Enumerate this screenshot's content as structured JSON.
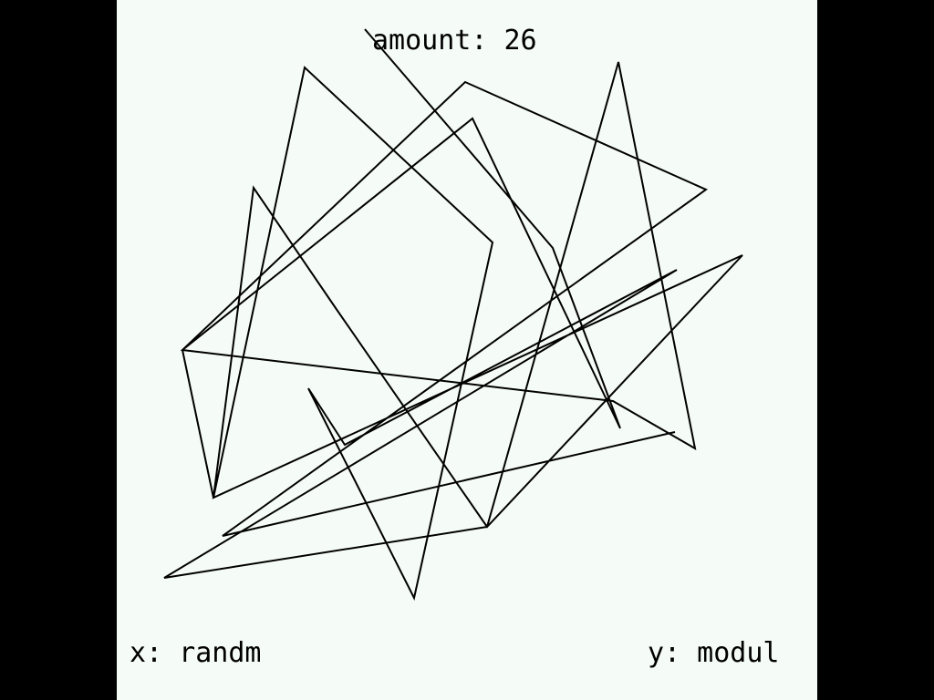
{
  "amount": {
    "label": "amount: 26",
    "value": 26
  },
  "x_mode": {
    "label": "x: randm"
  },
  "y_mode": {
    "label": "y: modul"
  },
  "colors": {
    "background": "#000000",
    "canvas": "#f5fbf7",
    "stroke": "#000000",
    "text": "#000000"
  }
}
